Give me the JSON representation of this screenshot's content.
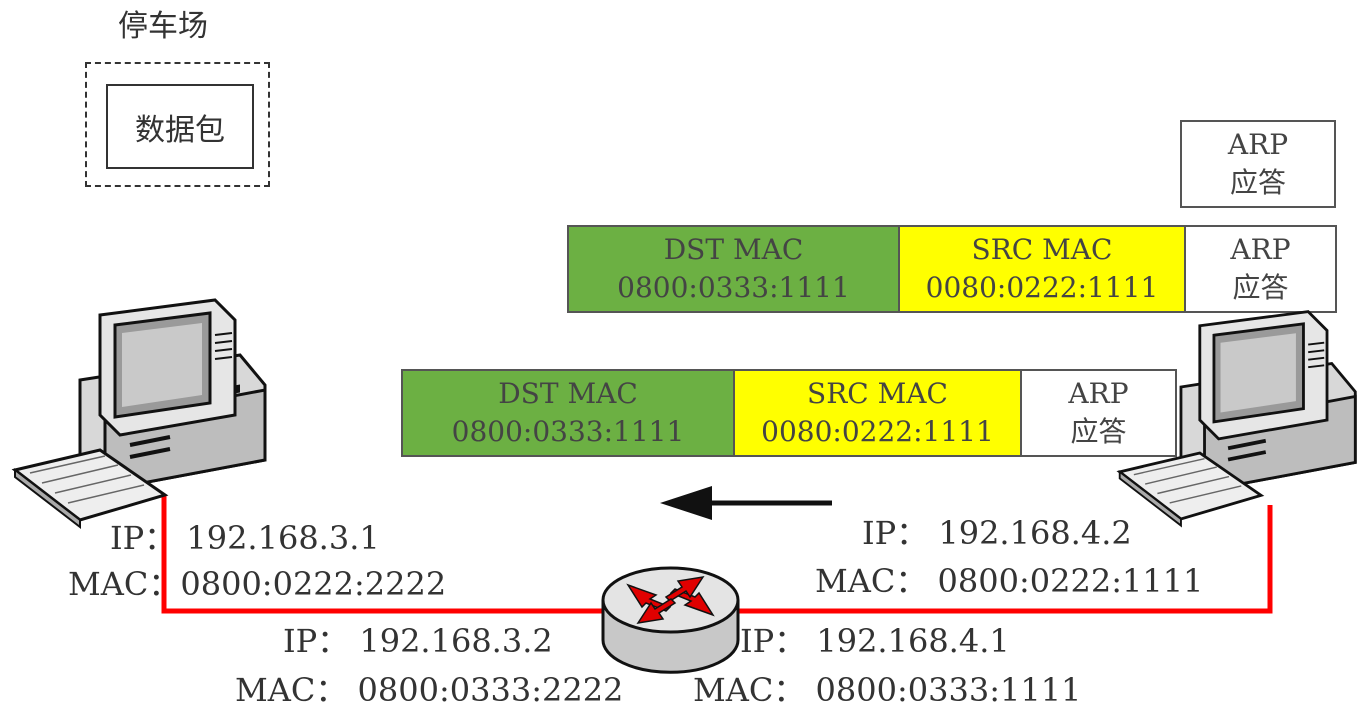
{
  "parking": {
    "title": "停车场",
    "packet": "数据包"
  },
  "arp_reply_top": {
    "line1": "ARP",
    "line2": "应答"
  },
  "frame_upper": {
    "dst": {
      "label": "DST MAC",
      "value": "0800:0333:1111"
    },
    "src": {
      "label": "SRC MAC",
      "value": "0080:0222:1111"
    },
    "payload": {
      "line1": "ARP",
      "line2": "应答"
    }
  },
  "frame_lower": {
    "dst": {
      "label": "DST MAC",
      "value": "0800:0333:1111"
    },
    "src": {
      "label": "SRC MAC",
      "value": "0080:0222:1111"
    },
    "payload": {
      "line1": "ARP",
      "line2": "应答"
    }
  },
  "host_left": {
    "ip": "IP： 192.168.3.1",
    "mac": "MAC：0800:0222:2222"
  },
  "host_right": {
    "ip": "IP： 192.168.4.2",
    "mac": "MAC： 0800:0222:1111"
  },
  "router_left": {
    "ip": "IP： 192.168.3.2",
    "mac": "MAC： 0800:0333:2222"
  },
  "router_right": {
    "ip": "IP： 192.168.4.1",
    "mac": "MAC： 0800:0333:1111"
  },
  "colors": {
    "dst": "#6cb043",
    "src": "#ffff00",
    "link": "#ff0000",
    "router_arrow": "#e00000"
  }
}
